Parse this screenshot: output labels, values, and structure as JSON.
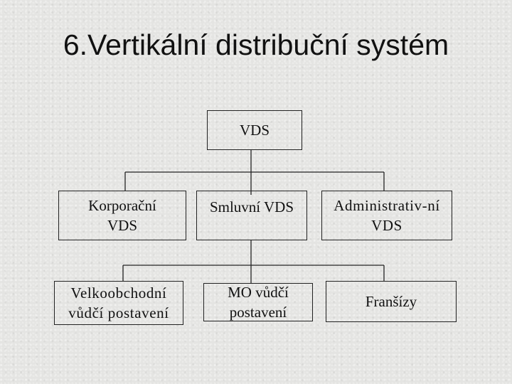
{
  "title": "6.Vertikální distribuční systém",
  "diagram": {
    "root": "VDS",
    "level1": [
      "Korporační\nVDS",
      "Smluvní VDS",
      "Administrativ-ní\nVDS"
    ],
    "level2": [
      "Velkoobchodní\nvůdčí postavení",
      "MO vůdčí\npostavení",
      "Franšízy"
    ]
  }
}
